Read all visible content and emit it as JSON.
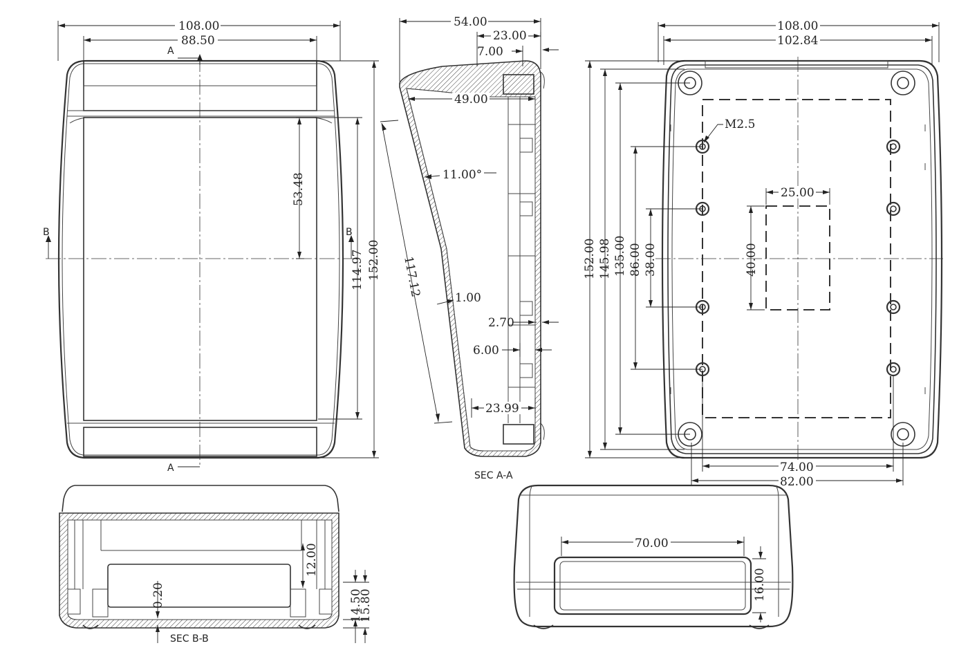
{
  "views": {
    "front": {
      "dims": {
        "overall_width": "108.00",
        "inner_width": "88.50",
        "window_height": "53.48",
        "inner_height": "114.97",
        "overall_height": "152.00"
      },
      "section_marks": {
        "a_top": "A",
        "a_bottom": "A",
        "b_left": "B",
        "b_right": "B"
      }
    },
    "section_aa": {
      "caption": "SEC A-A",
      "dims": {
        "depth": "54.00",
        "top_depth": "23.00",
        "lip": "7.00",
        "inner_depth": "49.00",
        "angle": "11.00°",
        "slope_length": "117.12",
        "wall": "1.00",
        "d_270": "2.70",
        "d_600": "6.00",
        "bottom_depth": "23.99"
      }
    },
    "back": {
      "dims": {
        "overall_width": "108.00",
        "inner_width": "102.84",
        "h_152": "152.00",
        "h_14598": "145.98",
        "h_135": "135.00",
        "h_86": "86.00",
        "h_38": "38.00",
        "thread": "M2.5",
        "label_w": "25.00",
        "label_h": "40.00",
        "hole_74": "74.00",
        "hole_82": "82.00"
      }
    },
    "section_bb": {
      "caption": "SEC B-B",
      "dims": {
        "wall": "0.20",
        "h_12": "12.00",
        "h_1450": "14.50",
        "h_1580": "15.80"
      }
    },
    "end": {
      "dims": {
        "cut_width": "70.00",
        "cut_height": "16.00"
      }
    }
  }
}
